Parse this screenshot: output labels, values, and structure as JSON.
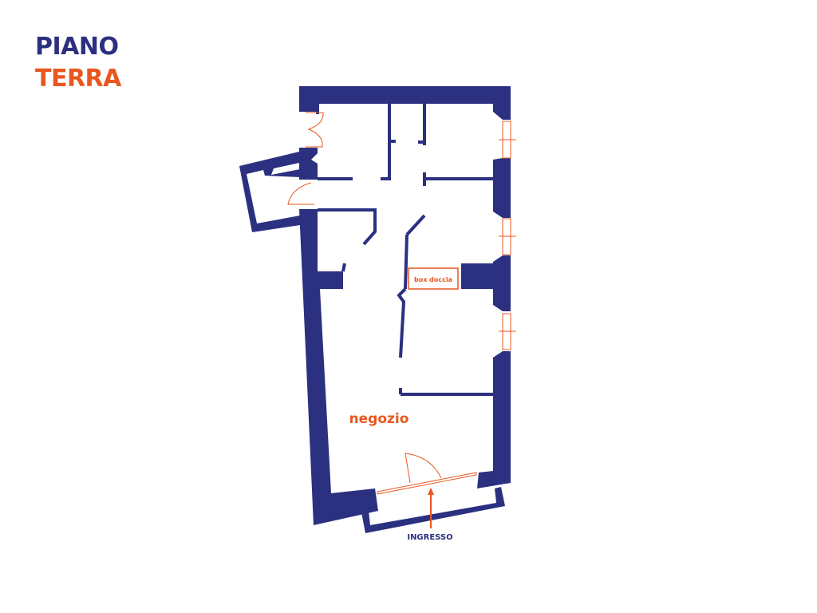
{
  "title": {
    "line1": "PIANO",
    "line2": "TERRA"
  },
  "labels": {
    "room": "negozio",
    "shower": "box doccia",
    "entrance": "INGRESSO"
  },
  "colors": {
    "wall": "#2b3080",
    "accent": "#e8571f"
  }
}
